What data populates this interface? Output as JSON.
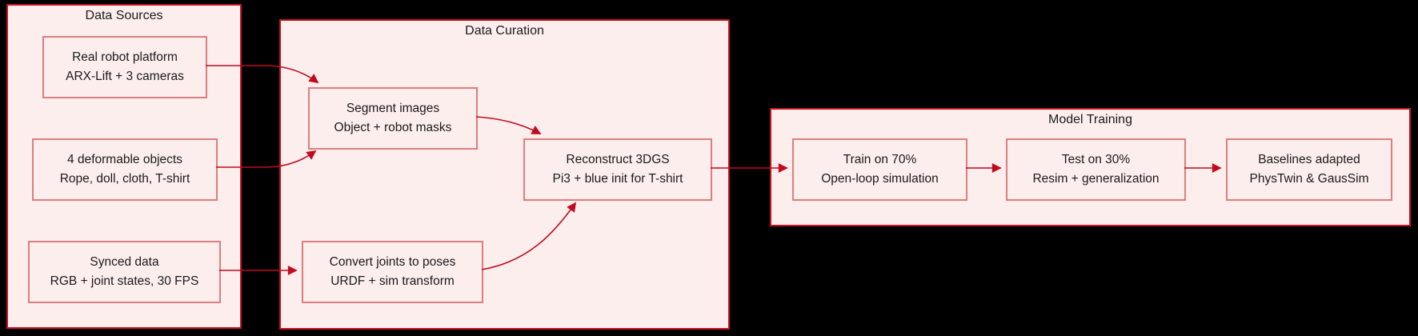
{
  "diagram": {
    "type": "flowchart",
    "background": "#000000",
    "colors": {
      "group_fill": "#fdeeee",
      "group_border": "#c9121f",
      "node_fill": "#fdeeee",
      "node_border": "#de7d7d",
      "arrow": "#c00b1f",
      "text": "#1a1a1a"
    },
    "groups": [
      {
        "title": "Data Sources",
        "nodes": [
          {
            "id": "real-robot-platform",
            "label": "Real robot platform",
            "sublabel": "ARX-Lift + 3 cameras"
          },
          {
            "id": "deformable-objects",
            "label": "4 deformable objects",
            "sublabel": "Rope, doll, cloth, T-shirt"
          },
          {
            "id": "synced-data",
            "label": "Synced data",
            "sublabel": "RGB + joint states, 30 FPS"
          }
        ]
      },
      {
        "title": "Data Curation",
        "nodes": [
          {
            "id": "segment-images",
            "label": "Segment images",
            "sublabel": "Object + robot masks"
          },
          {
            "id": "reconstruct-3dgs",
            "label": "Reconstruct 3DGS",
            "sublabel": "Pi3 + blue init for T-shirt"
          },
          {
            "id": "convert-joints-to-poses",
            "label": "Convert joints to poses",
            "sublabel": "URDF + sim transform"
          }
        ]
      },
      {
        "title": "Model Training",
        "nodes": [
          {
            "id": "train-on-70",
            "label": "Train on 70%",
            "sublabel": "Open-loop simulation"
          },
          {
            "id": "test-on-30",
            "label": "Test on 30%",
            "sublabel": "Resim + generalization"
          },
          {
            "id": "baselines-adapted",
            "label": "Baselines adapted",
            "sublabel": "PhysTwin & GausSim"
          }
        ]
      }
    ],
    "edges": [
      {
        "from": "real-robot-platform",
        "to": "segment-images"
      },
      {
        "from": "deformable-objects",
        "to": "segment-images"
      },
      {
        "from": "synced-data",
        "to": "convert-joints-to-poses"
      },
      {
        "from": "segment-images",
        "to": "reconstruct-3dgs"
      },
      {
        "from": "convert-joints-to-poses",
        "to": "reconstruct-3dgs"
      },
      {
        "from": "reconstruct-3dgs",
        "to": "train-on-70"
      },
      {
        "from": "train-on-70",
        "to": "test-on-30"
      },
      {
        "from": "test-on-30",
        "to": "baselines-adapted"
      }
    ]
  }
}
